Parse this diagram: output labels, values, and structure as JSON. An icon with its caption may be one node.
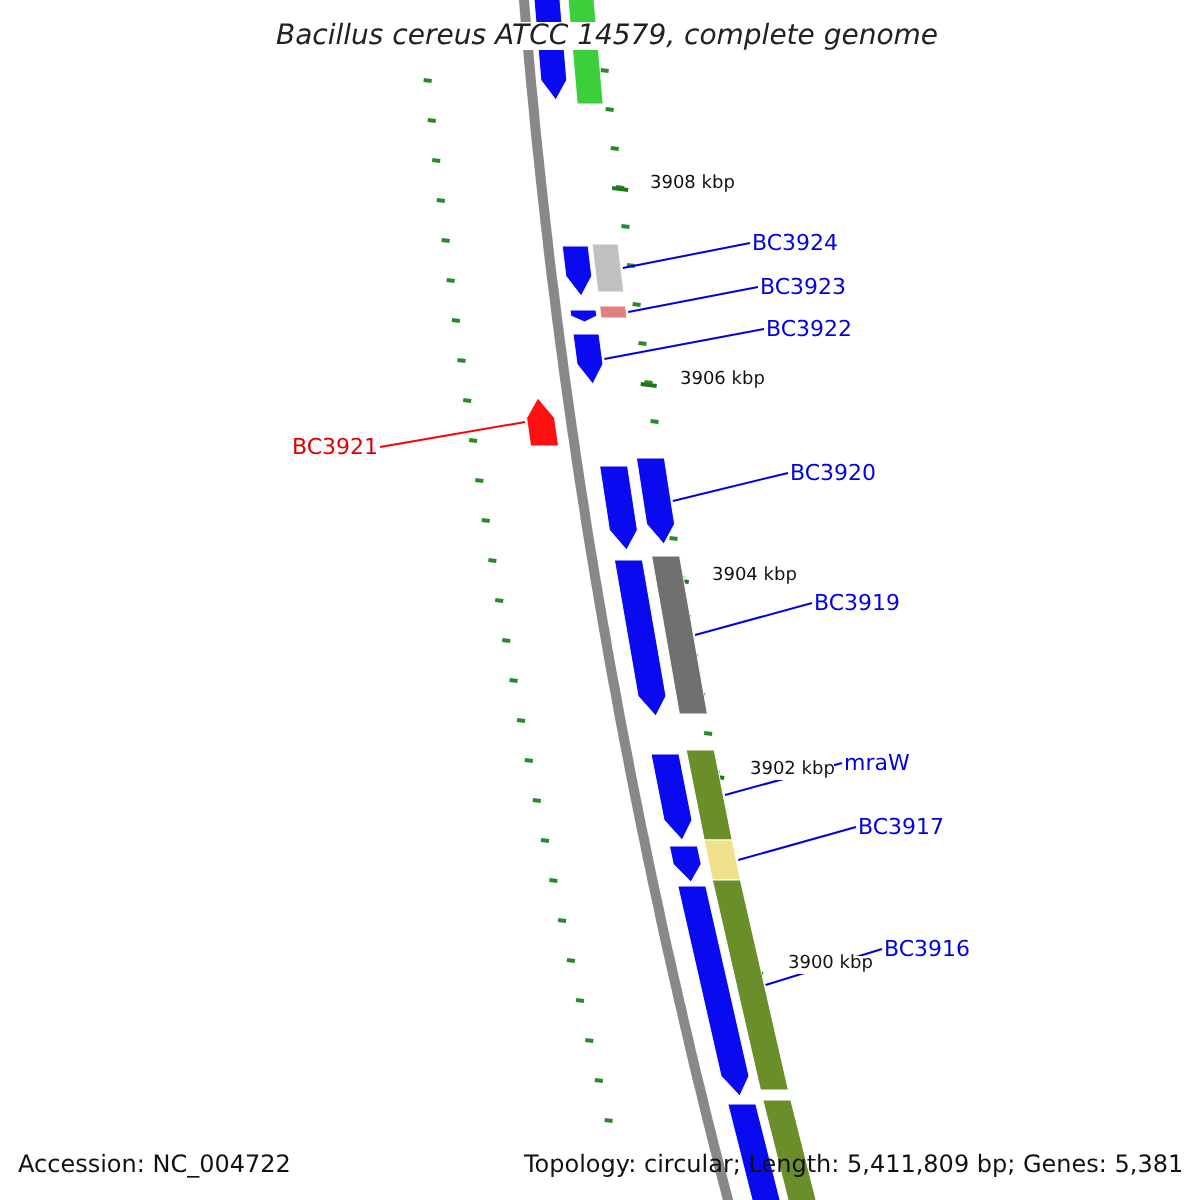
{
  "diagram": {
    "title": "Bacillus cereus ATCC 14579, complete genome",
    "nodes": [
      {
        "text": [
          "BC3924"
        ]
      },
      {
        "text": [],
        "shape": "bar"
      },
      {
        "text": [
          "BC3923"
        ]
      },
      {
        "text": [],
        "shape": "bar"
      },
      {
        "text": [
          "BC3922"
        ]
      },
      {
        "text": [],
        "shape": "arrow"
      },
      {
        "text": [
          "BC3921"
        ]
      },
      {
        "text": [],
        "shape": "arrow"
      },
      {
        "text": [
          "BC3920"
        ]
      },
      {
        "text": [],
        "shape": "arrow"
      },
      {
        "text": [
          "BC3919"
        ]
      },
      {
        "text": [],
        "shape": "bar"
      },
      {
        "text": [
          "mraW"
        ]
      },
      {
        "text": [],
        "shape": "bar"
      },
      {
        "text": [
          "BC3917"
        ]
      },
      {
        "text": [],
        "shape": "bar"
      },
      {
        "text": [
          "BC3916"
        ]
      },
      {
        "text": [],
        "shape": "bar"
      },
      {
        "text": [],
        "shape": "arrow"
      },
      {
        "text": [],
        "shape": "bar"
      },
      {
        "text": [],
        "shape": "arrow"
      },
      {
        "text": [],
        "shape": "arrow"
      },
      {
        "text": [],
        "shape": "arrow"
      },
      {
        "text": [],
        "shape": "arrow"
      },
      {
        "text": [],
        "shape": "arrow"
      },
      {
        "text": [],
        "shape": "arrow"
      },
      {
        "text": [],
        "shape": "arrow"
      },
      {
        "text": [],
        "shape": "arrow"
      },
      {
        "text": [],
        "shape": "bar"
      }
    ],
    "edges": [
      {
        "from": 0,
        "to": 1,
        "arrow": "none"
      },
      {
        "from": 2,
        "to": 3,
        "arrow": "none"
      },
      {
        "from": 4,
        "to": 5,
        "arrow": "none"
      },
      {
        "from": 6,
        "to": 7,
        "arrow": "none",
        "color": "#ff0000"
      },
      {
        "from": 8,
        "to": 9,
        "arrow": "none"
      },
      {
        "from": 10,
        "to": 11,
        "arrow": "none"
      },
      {
        "from": 12,
        "to": 13,
        "arrow": "none"
      },
      {
        "from": 14,
        "to": 15,
        "arrow": "none"
      },
      {
        "from": 16,
        "to": 17,
        "arrow": "none"
      }
    ],
    "labels": [
      "3908 kbp",
      "3906 kbp",
      "3904 kbp",
      "3902 kbp",
      "3900 kbp",
      "Accession: NC_004722",
      "Topology: circular; Length: 5,411,809 bp; Genes: 5,381"
    ]
  }
}
